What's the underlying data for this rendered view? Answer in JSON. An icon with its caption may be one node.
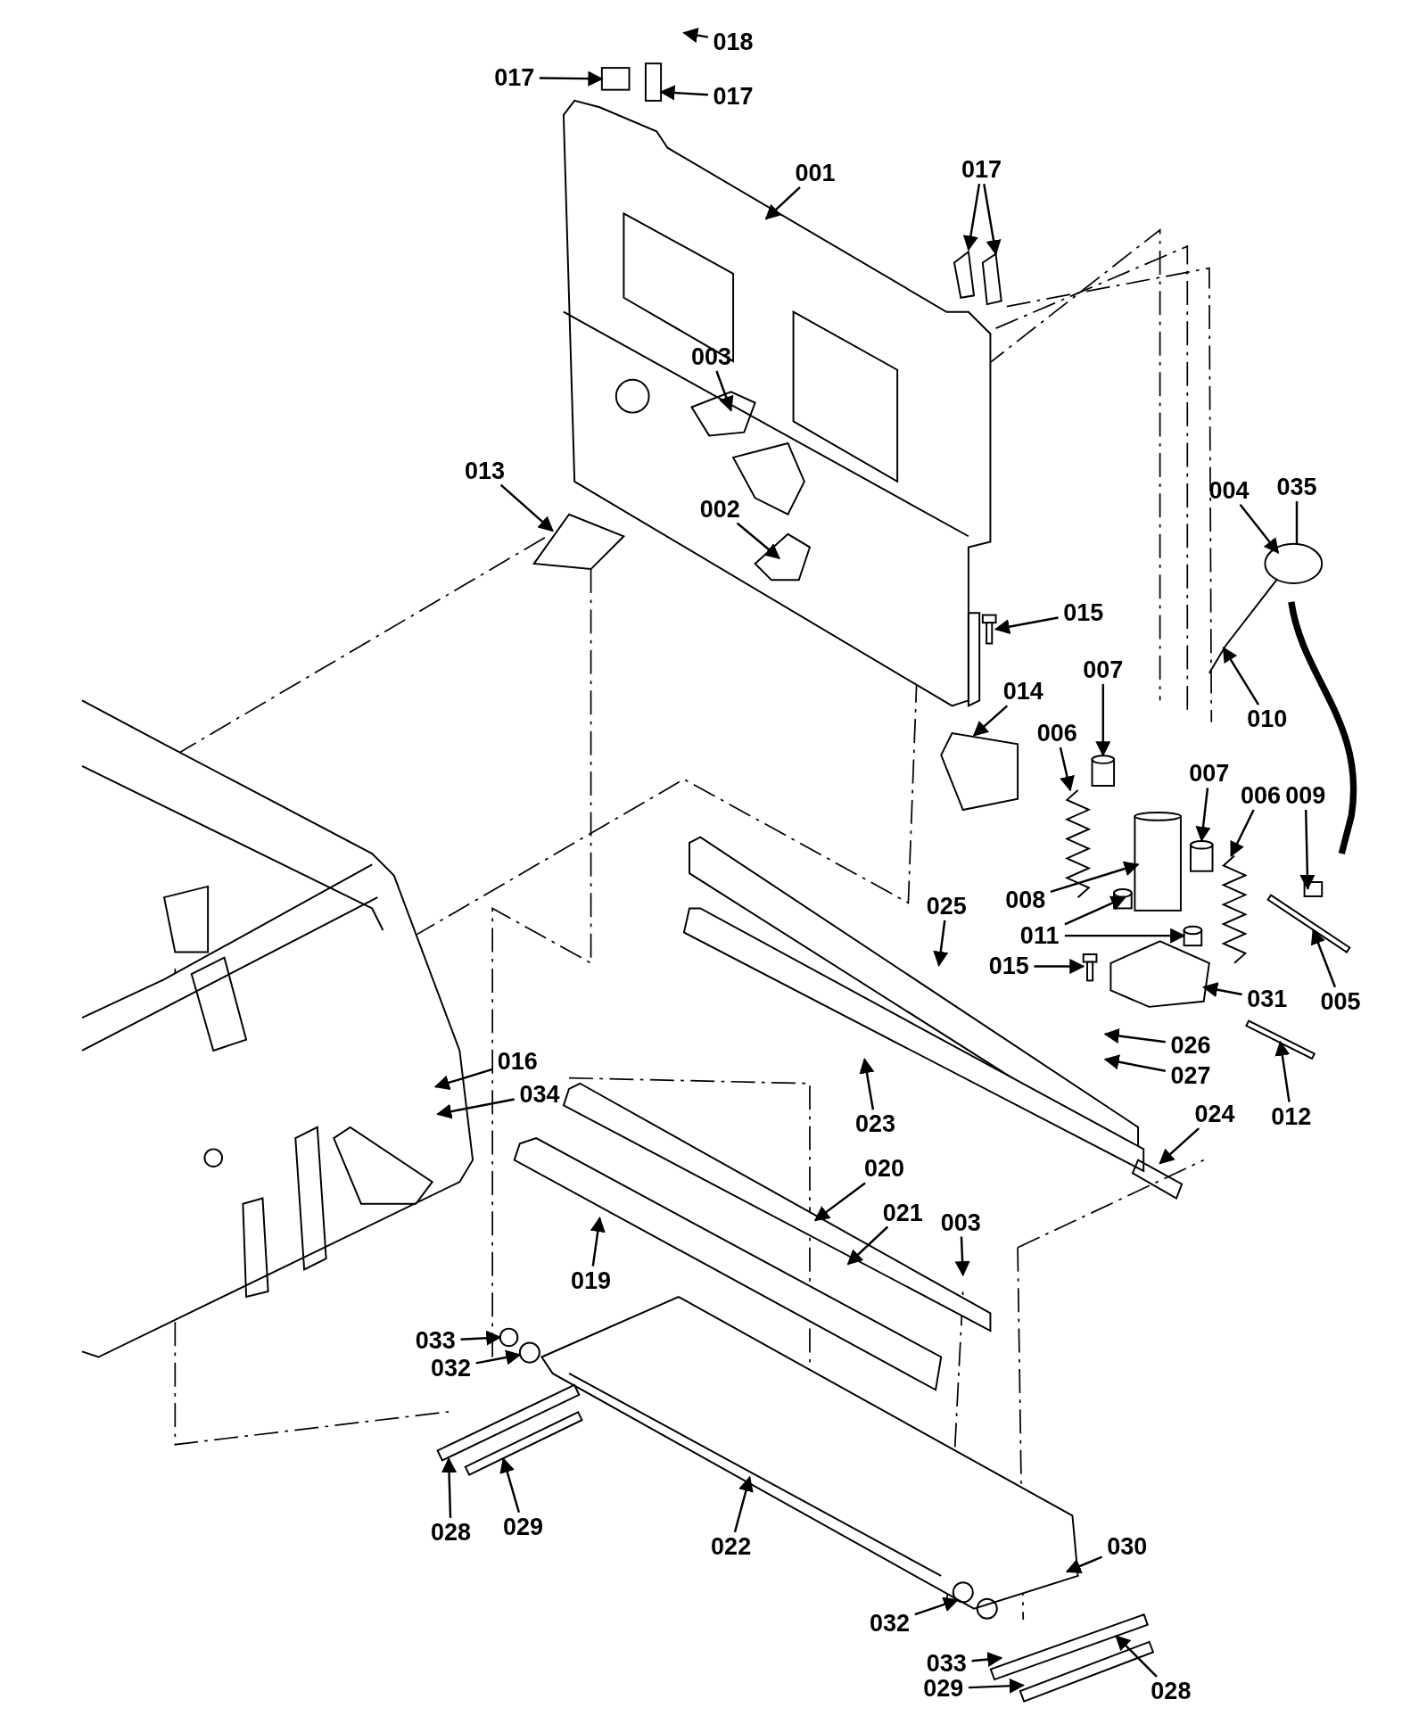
{
  "diagram": {
    "nodes": [
      {
        "text": [
          "018"
        ]
      },
      {
        "text": [
          "017"
        ]
      },
      {
        "text": [
          "017"
        ]
      },
      {
        "text": [
          "001"
        ]
      },
      {
        "text": [
          "017"
        ]
      },
      {
        "text": [
          "003"
        ]
      },
      {
        "text": [
          "013"
        ]
      },
      {
        "text": [
          "002"
        ]
      },
      {
        "text": [
          "004"
        ]
      },
      {
        "text": [
          "035"
        ]
      },
      {
        "text": [
          "015"
        ]
      },
      {
        "text": [
          "014"
        ]
      },
      {
        "text": [
          "007"
        ]
      },
      {
        "text": [
          "006"
        ]
      },
      {
        "text": [
          "010"
        ]
      },
      {
        "text": [
          "007"
        ]
      },
      {
        "text": [
          "006"
        ]
      },
      {
        "text": [
          "009"
        ]
      },
      {
        "text": [
          "008"
        ]
      },
      {
        "text": [
          "011"
        ]
      },
      {
        "text": [
          "025"
        ]
      },
      {
        "text": [
          "015"
        ]
      },
      {
        "text": [
          "031"
        ]
      },
      {
        "text": [
          "005"
        ]
      },
      {
        "text": [
          "026"
        ]
      },
      {
        "text": [
          "027"
        ]
      },
      {
        "text": [
          "012"
        ]
      },
      {
        "text": [
          "016"
        ]
      },
      {
        "text": [
          "034"
        ]
      },
      {
        "text": [
          "023"
        ]
      },
      {
        "text": [
          "024"
        ]
      },
      {
        "text": [
          "020"
        ]
      },
      {
        "text": [
          "021"
        ]
      },
      {
        "text": [
          "003"
        ]
      },
      {
        "text": [
          "019"
        ]
      },
      {
        "text": [
          "033"
        ]
      },
      {
        "text": [
          "032"
        ]
      },
      {
        "text": [
          "028"
        ]
      },
      {
        "text": [
          "029"
        ]
      },
      {
        "text": [
          "022"
        ]
      },
      {
        "text": [
          "030"
        ]
      },
      {
        "text": [
          "032"
        ]
      },
      {
        "text": [
          "033"
        ]
      },
      {
        "text": [
          "029"
        ]
      },
      {
        "text": [
          "028"
        ]
      },
      {
        "text": [],
        "shape": "box"
      },
      {
        "text": [],
        "shape": "circle"
      },
      {
        "text": [],
        "shape": "bolt"
      },
      {
        "text": [],
        "shape": "cylinder"
      },
      {
        "text": [],
        "shape": "cylinder"
      },
      {
        "text": [],
        "shape": "bolt"
      },
      {
        "text": [],
        "shape": "bar"
      },
      {
        "text": [],
        "shape": "bar"
      },
      {
        "text": [],
        "shape": "bar"
      },
      {
        "text": [],
        "shape": "box"
      },
      {
        "text": [],
        "shape": "spring"
      },
      {
        "text": [],
        "shape": "spring"
      },
      {
        "text": [],
        "shape": "box"
      },
      {
        "text": [],
        "shape": "circle"
      },
      {
        "text": [],
        "shape": "circle"
      },
      {
        "text": [],
        "shape": "bar"
      },
      {
        "text": [],
        "shape": "cylinder"
      },
      {
        "text": [],
        "shape": "cylinder"
      },
      {
        "text": [],
        "shape": "cylinder"
      },
      {
        "text": [],
        "shape": "bar"
      },
      {
        "text": [],
        "shape": "bar"
      }
    ],
    "edges": [
      {
        "from": 0,
        "to": null,
        "arrow": "to"
      },
      {
        "from": 1,
        "to": 54,
        "arrow": "to"
      },
      {
        "from": 2,
        "to": 45,
        "arrow": "to"
      },
      {
        "from": 3,
        "to": null,
        "arrow": "to"
      },
      {
        "from": 4,
        "to": null,
        "arrow": "to"
      },
      {
        "from": 4,
        "to": null,
        "arrow": "to"
      },
      {
        "from": 5,
        "to": null,
        "arrow": "to"
      },
      {
        "from": 6,
        "to": null,
        "arrow": "to"
      },
      {
        "from": 7,
        "to": null,
        "arrow": "to"
      },
      {
        "from": 8,
        "to": 46,
        "arrow": "to"
      },
      {
        "from": 9,
        "to": 46,
        "arrow": "none"
      },
      {
        "from": 10,
        "to": 47,
        "arrow": "to"
      },
      {
        "from": 11,
        "to": null,
        "arrow": "to"
      },
      {
        "from": 12,
        "to": 48,
        "arrow": "to"
      },
      {
        "from": 13,
        "to": 55,
        "arrow": "to"
      },
      {
        "from": 14,
        "to": null,
        "arrow": "to"
      },
      {
        "from": 15,
        "to": 49,
        "arrow": "to"
      },
      {
        "from": 16,
        "to": 56,
        "arrow": "to"
      },
      {
        "from": 17,
        "to": 57,
        "arrow": "to"
      },
      {
        "from": 18,
        "to": 61,
        "arrow": "to"
      },
      {
        "from": 19,
        "to": 62,
        "arrow": "to"
      },
      {
        "from": 19,
        "to": 63,
        "arrow": "to"
      },
      {
        "from": 20,
        "to": null,
        "arrow": "to"
      },
      {
        "from": 21,
        "to": 50,
        "arrow": "to"
      },
      {
        "from": 22,
        "to": null,
        "arrow": "to"
      },
      {
        "from": 23,
        "to": 51,
        "arrow": "to"
      },
      {
        "from": 24,
        "to": null,
        "arrow": "to"
      },
      {
        "from": 25,
        "to": null,
        "arrow": "to"
      },
      {
        "from": 26,
        "to": 52,
        "arrow": "to"
      },
      {
        "from": 27,
        "to": null,
        "arrow": "to"
      },
      {
        "from": 28,
        "to": null,
        "arrow": "to"
      },
      {
        "from": 29,
        "to": null,
        "arrow": "to"
      },
      {
        "from": 30,
        "to": null,
        "arrow": "to"
      },
      {
        "from": 31,
        "to": null,
        "arrow": "to"
      },
      {
        "from": 32,
        "to": null,
        "arrow": "to"
      },
      {
        "from": 33,
        "to": null,
        "arrow": "to"
      },
      {
        "from": 34,
        "to": null,
        "arrow": "to"
      },
      {
        "from": 35,
        "to": 58,
        "arrow": "to"
      },
      {
        "from": 36,
        "to": 59,
        "arrow": "to"
      },
      {
        "from": 37,
        "to": 64,
        "arrow": "to"
      },
      {
        "from": 38,
        "to": 65,
        "arrow": "to"
      },
      {
        "from": 39,
        "to": null,
        "arrow": "to"
      },
      {
        "from": 40,
        "to": null,
        "arrow": "to"
      },
      {
        "from": 41,
        "to": null,
        "arrow": "to"
      },
      {
        "from": 42,
        "to": null,
        "arrow": "to"
      },
      {
        "from": 43,
        "to": 53,
        "arrow": "to"
      },
      {
        "from": 44,
        "to": 60,
        "arrow": "to"
      }
    ]
  }
}
